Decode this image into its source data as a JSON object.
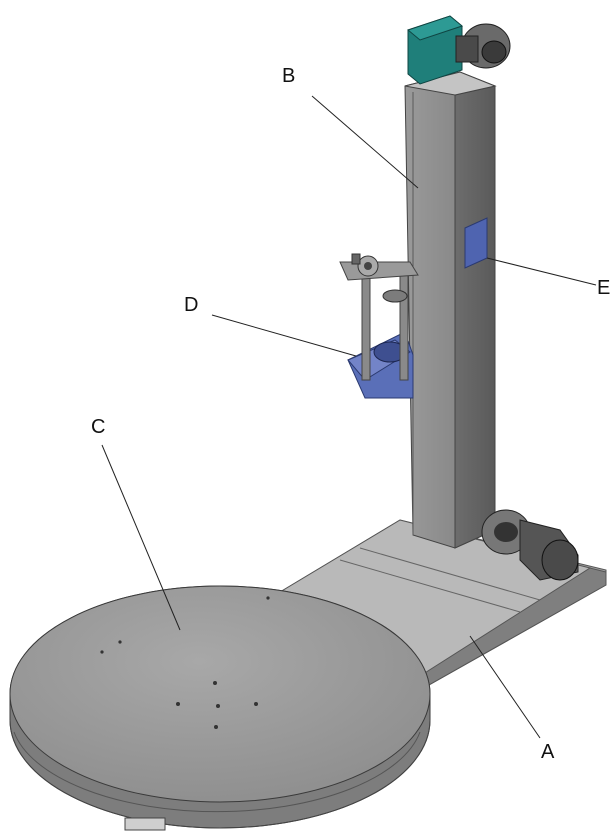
{
  "labels": {
    "a": "A",
    "b": "B",
    "c": "C",
    "d": "D",
    "e": "E"
  },
  "colors": {
    "steel": "#8e8e8e",
    "steel_dark": "#6a6a6a",
    "steel_light": "#b4b4b4",
    "motor_teal": "#1f7f7a",
    "carriage_blue": "#5a6fb8",
    "panel_blue": "#4f64b0"
  }
}
